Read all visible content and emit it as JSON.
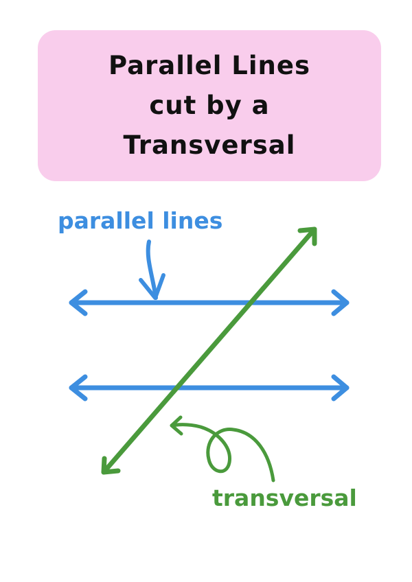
{
  "title": {
    "lines": [
      "Parallel Lines",
      "cut by a",
      "Transversal"
    ]
  },
  "labels": {
    "parallel": "parallel lines",
    "transversal": "transversal"
  },
  "colors": {
    "title_background": "#f9cdec",
    "title_text": "#111111",
    "parallel_lines": "#3d8ee0",
    "transversal": "#4a9a3c"
  }
}
